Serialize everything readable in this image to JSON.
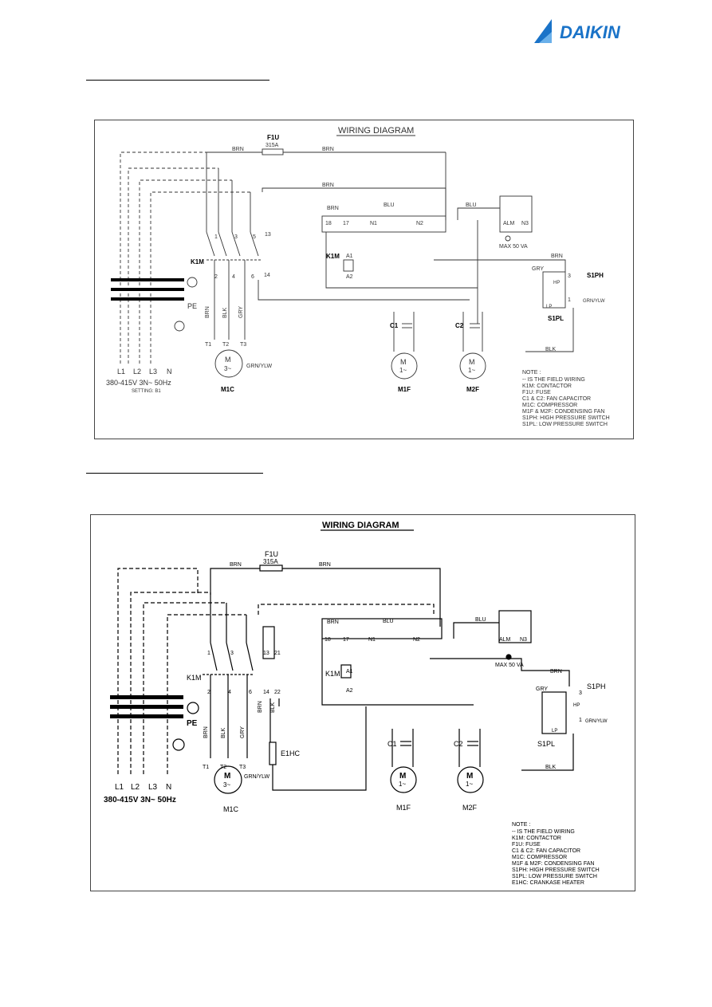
{
  "logo": {
    "text": "DAIKIN",
    "color": "#1a73c8"
  },
  "diagrams": [
    {
      "title": "WIRING DIAGRAM",
      "fuse": {
        "name": "F1U",
        "rating": "315A"
      },
      "contactor": "K1M",
      "compressor": {
        "name": "M1C",
        "symbol": "M",
        "phase": "3~"
      },
      "fans": [
        {
          "name": "M1F",
          "symbol": "M",
          "phase": "1~",
          "capacitor": "C1"
        },
        {
          "name": "M2F",
          "symbol": "M",
          "phase": "1~",
          "capacitor": "C2"
        }
      ],
      "switches": {
        "hp": "S1PH",
        "lp": "S1PL",
        "hp_label": "HP",
        "lp_label": "LP"
      },
      "terminals": [
        "L1",
        "L2",
        "L3",
        "N"
      ],
      "supply": "380-415V 3N~ 50Hz",
      "setting": "SETTING: B1",
      "pe": "PE",
      "wires": {
        "brn": "BRN",
        "blu": "BLU",
        "blk": "BLK",
        "gry": "GRY",
        "grnylw": "GRN/YLW"
      },
      "contacts": [
        "1",
        "3",
        "5",
        "13",
        "2",
        "4",
        "6",
        "14",
        "T1",
        "T2",
        "T3",
        "18",
        "17",
        "N1",
        "N2",
        "A1",
        "A2",
        "ALM",
        "N3",
        "3",
        "1"
      ],
      "alarm": "MAX 50 VA",
      "notes": [
        "NOTE :",
        "-- IS THE FIELD WIRING",
        "K1M: CONTACTOR",
        "F1U: FUSE",
        "C1 & C2: FAN CAPACITOR",
        "M1C: COMPRESSOR",
        "M1F & M2F: CONDENSING FAN",
        "S1PH: HIGH PRESSURE SWITCH",
        "S1PL: LOW PRESSURE SWITCH"
      ]
    },
    {
      "title": "WIRING DIAGRAM",
      "fuse": {
        "name": "F1U",
        "rating": "315A"
      },
      "contactor": "K1M",
      "compressor": {
        "name": "M1C",
        "symbol": "M",
        "phase": "3~"
      },
      "fans": [
        {
          "name": "M1F",
          "symbol": "M",
          "phase": "1~",
          "capacitor": "C1"
        },
        {
          "name": "M2F",
          "symbol": "M",
          "phase": "1~",
          "capacitor": "C2"
        }
      ],
      "switches": {
        "hp": "S1PH",
        "lp": "S1PL",
        "hp_label": "HP",
        "lp_label": "LP"
      },
      "heater": "E1HC",
      "terminals": [
        "L1",
        "L2",
        "L3",
        "N"
      ],
      "supply": "380-415V 3N~ 50Hz",
      "pe": "PE",
      "wires": {
        "brn": "BRN",
        "blu": "BLU",
        "blk": "BLK",
        "gry": "GRY",
        "grnylw": "GRN/YLW"
      },
      "contacts": [
        "1",
        "3",
        "13",
        "21",
        "2",
        "4",
        "6",
        "14",
        "22",
        "T1",
        "T2",
        "T3",
        "18",
        "17",
        "N1",
        "N2",
        "A1",
        "A2",
        "ALM",
        "N3",
        "3",
        "1"
      ],
      "alarm": "MAX 50 VA",
      "notes": [
        "NOTE :",
        "-- IS THE FIELD WIRING",
        "K1M: CONTACTOR",
        "F1U: FUSE",
        "C1 & C2: FAN CAPACITOR",
        "M1C: COMPRESSOR",
        "M1F & M2F: CONDENSING FAN",
        "S1PH: HIGH PRESSURE SWITCH",
        "S1PL: LOW PRESSURE SWITCH",
        "E1HC: CRANKASE HEATER"
      ]
    }
  ]
}
